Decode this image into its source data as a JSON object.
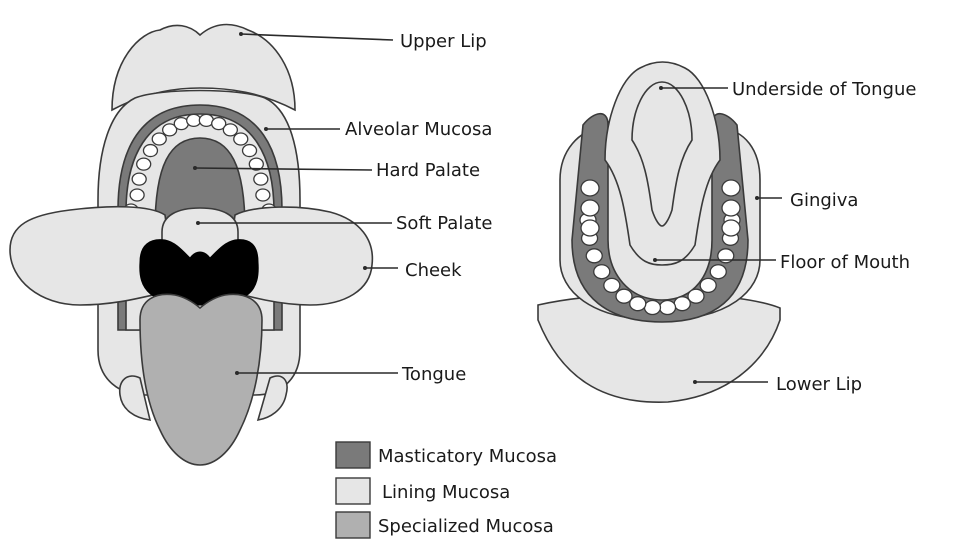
{
  "labels": {
    "upper_lip": "Upper Lip",
    "alveolar_mucosa": "Alveolar Mucosa",
    "hard_palate": "Hard Palate",
    "soft_palate": "Soft Palate",
    "cheek": "Cheek",
    "tongue": "Tongue",
    "underside_of_tongue": "Underside of Tongue",
    "gingiva": "Gingiva",
    "floor_of_mouth": "Floor of Mouth",
    "lower_lip": "Lower Lip"
  },
  "legend": [
    {
      "label": "Masticatory Mucosa",
      "color": "#7a7a7a"
    },
    {
      "label": "Lining Mucosa",
      "color": "#e6e6e6"
    },
    {
      "label": "Specialized Mucosa",
      "color": "#b0b0b0"
    }
  ]
}
